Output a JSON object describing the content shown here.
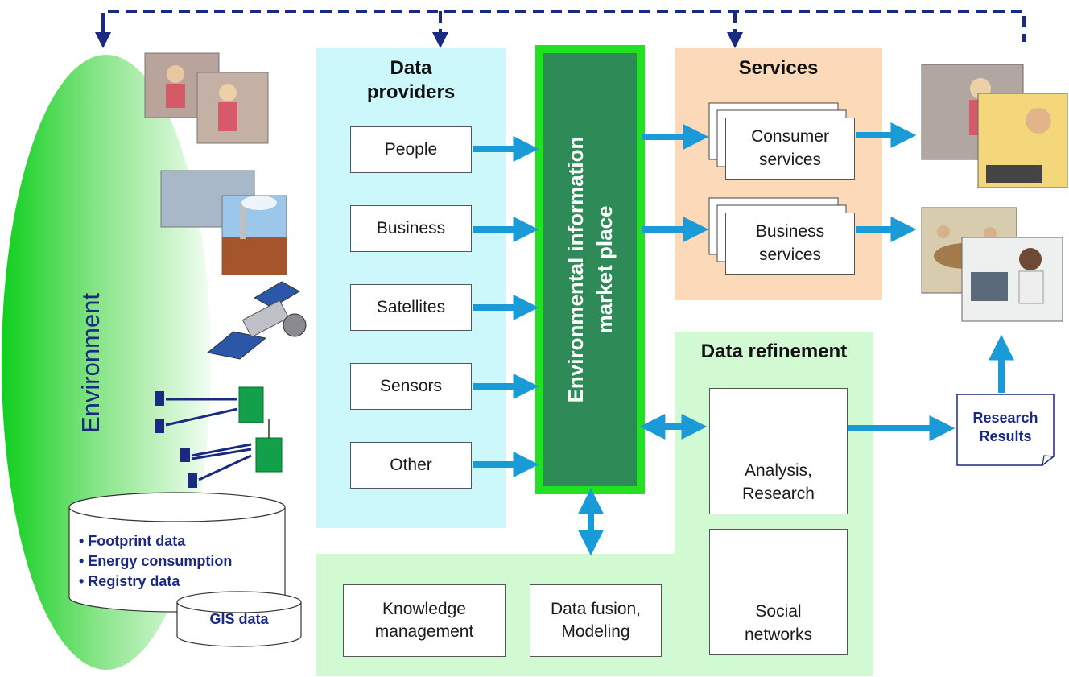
{
  "environment": {
    "label": "Environment",
    "database_items": [
      "• Footprint data",
      "• Energy consumption",
      "• Registry data"
    ],
    "gis_label": "GIS data"
  },
  "data_providers": {
    "title": "Data\nproviders",
    "items": [
      "People",
      "Business",
      "Satellites",
      "Sensors",
      "Other"
    ]
  },
  "marketplace": {
    "label": "Environmental information\nmarket place"
  },
  "services": {
    "title": "Services",
    "items": [
      "Consumer\nservices",
      "Business\nservices"
    ]
  },
  "data_refinement": {
    "title": "Data refinement",
    "analysis": "Analysis,\nResearch",
    "social": "Social\nnetworks",
    "knowledge": "Knowledge\nmanagement",
    "fusion": "Data fusion,\nModeling"
  },
  "research_results": "Research\nResults",
  "colors": {
    "arrow": "#1a9ad6",
    "dashed": "#1a2a80",
    "providers_bg": "#ccf8fc",
    "services_bg": "#fcd9b8",
    "refinement_bg": "#d2fad2",
    "marketplace": "#2e8b57",
    "marketplace_border": "#22e022"
  }
}
